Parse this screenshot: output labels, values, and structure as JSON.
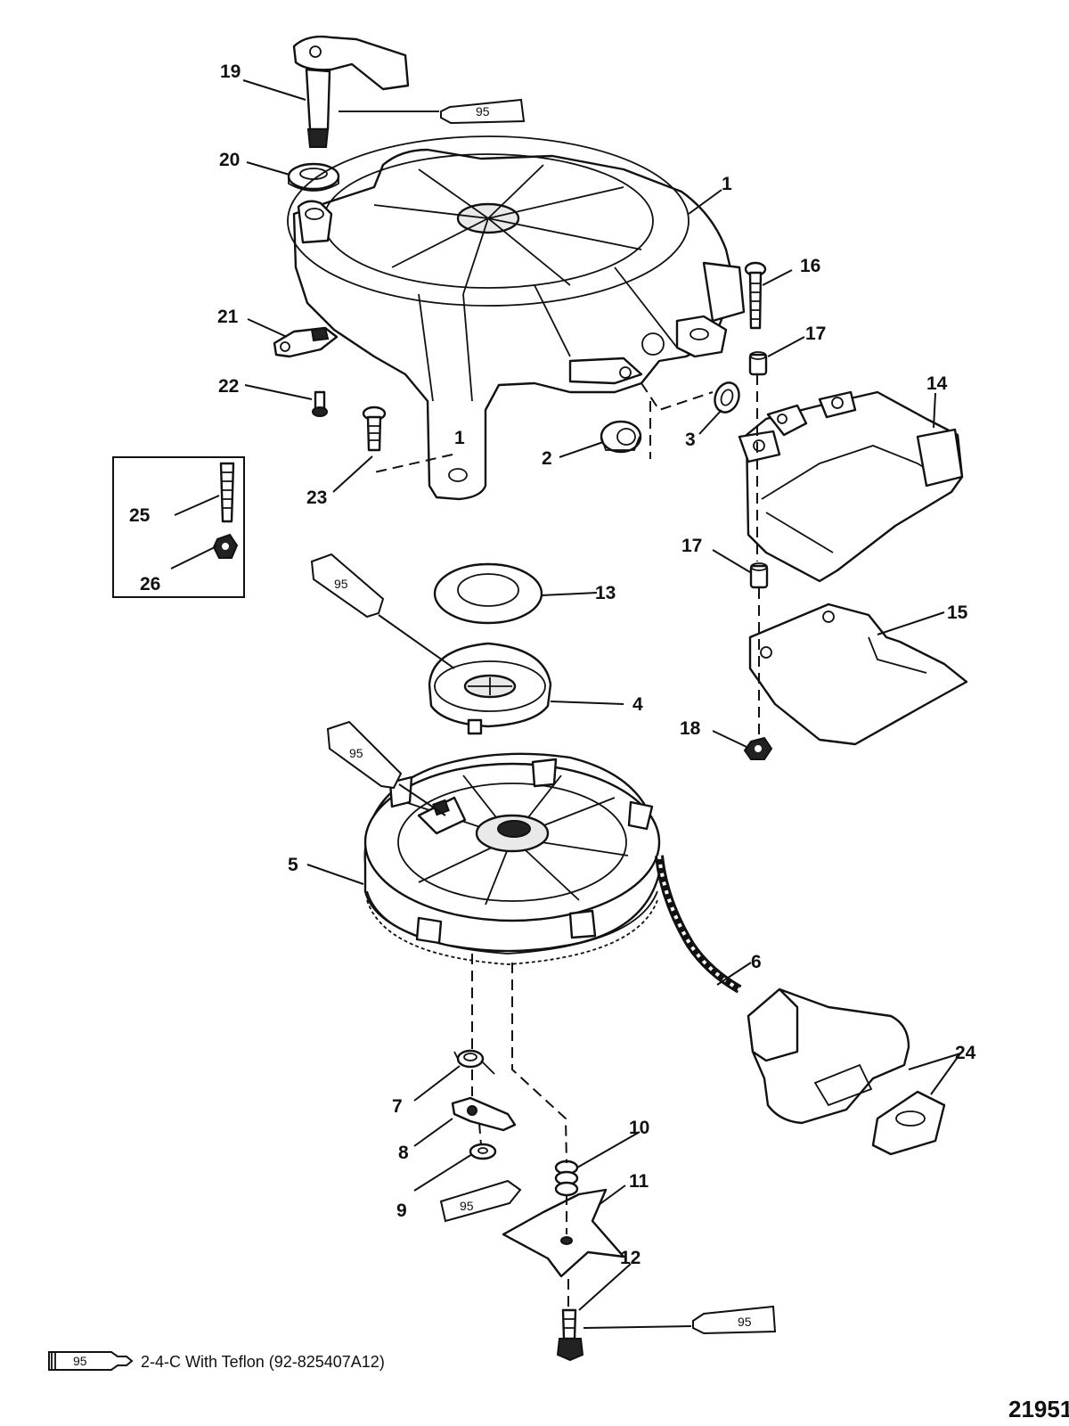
{
  "callouts": [
    "1",
    "1",
    "2",
    "3",
    "4",
    "5",
    "6",
    "7",
    "8",
    "9",
    "10",
    "11",
    "12",
    "13",
    "14",
    "15",
    "16",
    "17",
    "17",
    "18",
    "19",
    "20",
    "21",
    "22",
    "23",
    "24",
    "25",
    "26"
  ],
  "sealant_code": "95",
  "legend": {
    "code": "95",
    "text": "2-4-C  With Teflon (92-825407A12)"
  },
  "diagram_ref": "21951"
}
